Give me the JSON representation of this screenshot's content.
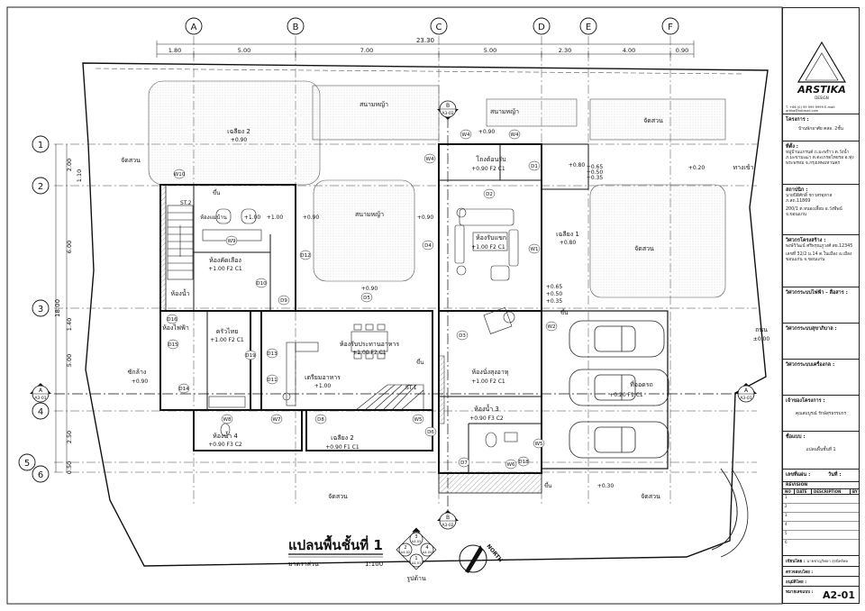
{
  "drawing": {
    "title": "แปลนพื้นชั้นที่ 1",
    "scale_label": "มาตราส่วน",
    "scale_value": "1:100",
    "north_label": "NORTH",
    "key_label": "รูปด้าน",
    "total_width": "23.30",
    "overall_depth": "18.00"
  },
  "grid_columns": [
    "A",
    "B",
    "C",
    "D",
    "E",
    "F"
  ],
  "grid_rows": [
    "1",
    "2",
    "3",
    "4",
    "5",
    "6"
  ],
  "top_dims": [
    "1.80",
    "5.00",
    "7.00",
    "5.00",
    "2.30",
    "4.00",
    "0.90"
  ],
  "left_dims": [
    "2.00",
    "1.10",
    "6.00",
    "1.40",
    "5.00",
    "2.50",
    "0.50"
  ],
  "rooms": [
    {
      "name": "เฉลียง 2",
      "level": "+0.90"
    },
    {
      "name": "สนามหญ้า",
      "level": ""
    },
    {
      "name": "สนามหญ้า",
      "level": ""
    },
    {
      "name": "สนามหญ้า",
      "level": ""
    },
    {
      "name": "จัดสวน",
      "level": ""
    },
    {
      "name": "จัดสวน",
      "level": ""
    },
    {
      "name": "จัดสวน",
      "level": ""
    },
    {
      "name": "จัดสวน",
      "level": ""
    },
    {
      "name": "จัดสวน",
      "level": ""
    },
    {
      "name": "โถงต้อนรับ",
      "level": "+0.90 F2 C1"
    },
    {
      "name": "ห้องรับแขก",
      "level": "+1.00 F2 C1"
    },
    {
      "name": "ห้องคัดเลือง",
      "level": "+1.00 F2 C1"
    },
    {
      "name": "ห้องรับประทานอาหาร",
      "level": "+1.00 F2 C1"
    },
    {
      "name": "ครัวไทย",
      "level": "+1.00 F2 C1"
    },
    {
      "name": "เตรียมอาหาร",
      "level": "+1.00"
    },
    {
      "name": "ห้องนั่งสุงอาหุ",
      "level": "+1.00 F2 C1"
    },
    {
      "name": "ห้องน้ำ 3",
      "level": "+0.90 F3 C2"
    },
    {
      "name": "ห้องน้ำ 4",
      "level": "+0.90 F3 C2"
    },
    {
      "name": "เฉลียง 2",
      "level": "+0.90 F1 C1"
    },
    {
      "name": "เฉลียง 1",
      "level": "+0.80"
    },
    {
      "name": "ที่จอดรถ",
      "level": "+0.20 F1 C1"
    },
    {
      "name": "ห้องแม่บ้าน",
      "level": "+1.00"
    },
    {
      "name": "ห้องไฟฟ้า",
      "level": ""
    },
    {
      "name": "ห้องน้ำ",
      "level": ""
    },
    {
      "name": "ซักล้าง",
      "level": "+0.90"
    },
    {
      "name": "ทางเข้า",
      "level": ""
    },
    {
      "name": "ถนน",
      "level": "±0.00"
    }
  ],
  "levels": [
    "+0.90",
    "+1.00",
    "+0.90",
    "+0.90",
    "+0.80",
    "+0.20",
    "+0.30",
    "+0.65",
    "+0.50",
    "+0.35",
    "+0.90",
    "+0.65",
    "+0.50",
    "+0.35"
  ],
  "doors": [
    "D1",
    "D2",
    "D3",
    "D4",
    "D5",
    "D6",
    "D7",
    "D8",
    "D9",
    "D10",
    "D11",
    "D12",
    "D13",
    "D14",
    "D15",
    "D16",
    "D18",
    "D19"
  ],
  "windows": [
    "W1",
    "W2",
    "W4",
    "W4",
    "W4",
    "W5",
    "W5",
    "W6",
    "W7",
    "W8",
    "W9",
    "W10"
  ],
  "section_markers": [
    {
      "id": "A",
      "ref": "A3-01"
    },
    {
      "id": "A",
      "ref": "A3-01"
    },
    {
      "id": "B",
      "ref": "A3-02"
    },
    {
      "id": "B",
      "ref": "A3-02"
    }
  ],
  "key_plan": {
    "n1": "1",
    "n2": "2",
    "n3": "3",
    "n4": "4",
    "r1": "A4-01",
    "r2": "A4-02",
    "r3": "A4-03",
    "r4": "A4-04"
  },
  "stair_labels": [
    "ST.2",
    "ST.1",
    "ขึ้น",
    "ขึ้น",
    "ขึ้น",
    "ขึ้น"
  ],
  "title_block": {
    "firm": "ARSTIKA",
    "firm_sub": "DESIGN",
    "firm_contact": "T. +66 (0) 99 999 9999  E-mail: artika@hotmail.com",
    "project_label": "โครงการ :",
    "project_name": "บ้านพักอาศัย คสล. 2ชั้น",
    "location_label": "ที่ตั้ง :",
    "location_text": "หมู่บ้านแกรนด์ ถ.มะพร้าว ต.วังน้ำ ภ.มะขามเฒ่า ต.ตะเกรดไทยรอ อ.ทุ่งพระพรหม จ.กรุงเทพมหานคร",
    "architect_label": "สถาปนิก :",
    "architect_text": "นายปิติศักดิ์  ชาวสรอุทาส ภ.สถ.11869",
    "architect_addr": "200/1 ต.หนองเลี้ยม อ.วังพืพน์ จ.ขอนแก่น",
    "structure_label": "วิศวกรโครงสร้าง :",
    "structure_text": "พงษ์วิวัฒน์ ศรีพรุณภูวงศ์ สย.12345",
    "structure_addr": "เลขที่ 32/2 ม.14 ต.ในเมือง อ.เมืองขอนแก่น จ.ขอนแก่น",
    "electrical_label": "วิศวกรระบบไฟฟ้า - สื่อสาร :",
    "sanitary_label": "วิศวกรระบบสุขาภิบาล :",
    "mechanical_label": "วิศวกรระบบเครื่องกล :",
    "owner_label": "เจ้าของโครงการ :",
    "owner_name": "คุณสมบูรณ์ รักษ์สุรธรรมกร",
    "sheet_label": "ชื่อแบบ :",
    "sheet_name": "แปลนพื้นชั้นที่ 1",
    "drawing_no_label": "เลขที่แผ่น :",
    "date_label": "วันที่ :",
    "revision_label": "REVISION",
    "rev_cols": [
      "NO",
      "DATE",
      "DESCRIPTION",
      "BY"
    ],
    "rev_rows": [
      "1",
      "2",
      "3",
      "4",
      "5",
      "6"
    ],
    "drawn_label": "เขียนโดย :",
    "drawn_name": "นายชาญวิทยา สุรนิทร์พล",
    "checked_label": "ตรวจสอบโดย :",
    "approved_label": "อนุมัติโดย :",
    "sheet_code_label": "หมายเลขแบบ :",
    "sheet_code": "A2-01"
  }
}
